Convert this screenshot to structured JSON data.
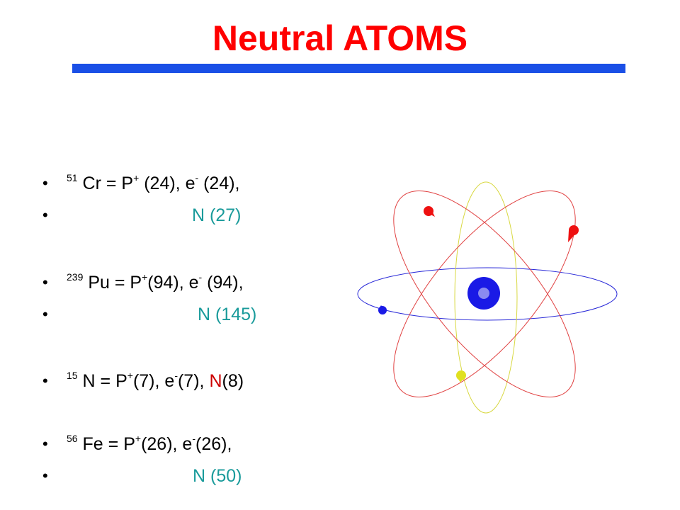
{
  "title": "Neutral ATOMS",
  "bullet_char": "•",
  "items": [
    {
      "mass": "51",
      "sym": "Cr",
      "p_pre": " = P",
      "p_sup": "+",
      "p_val": " (24), e",
      "e_sup": "-",
      "e_val": " (24),"
    },
    {
      "n_label": "N",
      "n_val": " (27)"
    },
    {
      "mass": "239",
      "sym": "Pu",
      "p_pre": " = P",
      "p_sup": "+",
      "p_val": "(94), e",
      "e_sup": "-",
      "e_val": " (94),"
    },
    {
      "n_label": "N",
      "n_val": " (145)"
    },
    {
      "mass": "15",
      "sym": "N",
      "p_pre": " = P",
      "p_sup": "+",
      "p_val": "(7), e",
      "e_sup": "-",
      "e_val": "(7), ",
      "n_label": "N",
      "n_val": "(8)"
    },
    {
      "mass": "56",
      "sym": "Fe",
      "p_pre": " = P",
      "p_sup": "+",
      "p_val": "(26), e",
      "e_sup": "-",
      "e_val": "(26),"
    },
    {
      "n_label": "N",
      "n_val": " (50)"
    }
  ],
  "colors": {
    "title": "#ff0000",
    "bar": "#1a4fe6",
    "neutron_label": "#1a9b9b",
    "neutron_label_red": "#cc0000",
    "orbit_blue": "#2a2ad8",
    "orbit_red": "#e04040",
    "orbit_yellow": "#d8d840",
    "nucleus": "#1a1ae6"
  },
  "icon": "atom-diagram-icon"
}
